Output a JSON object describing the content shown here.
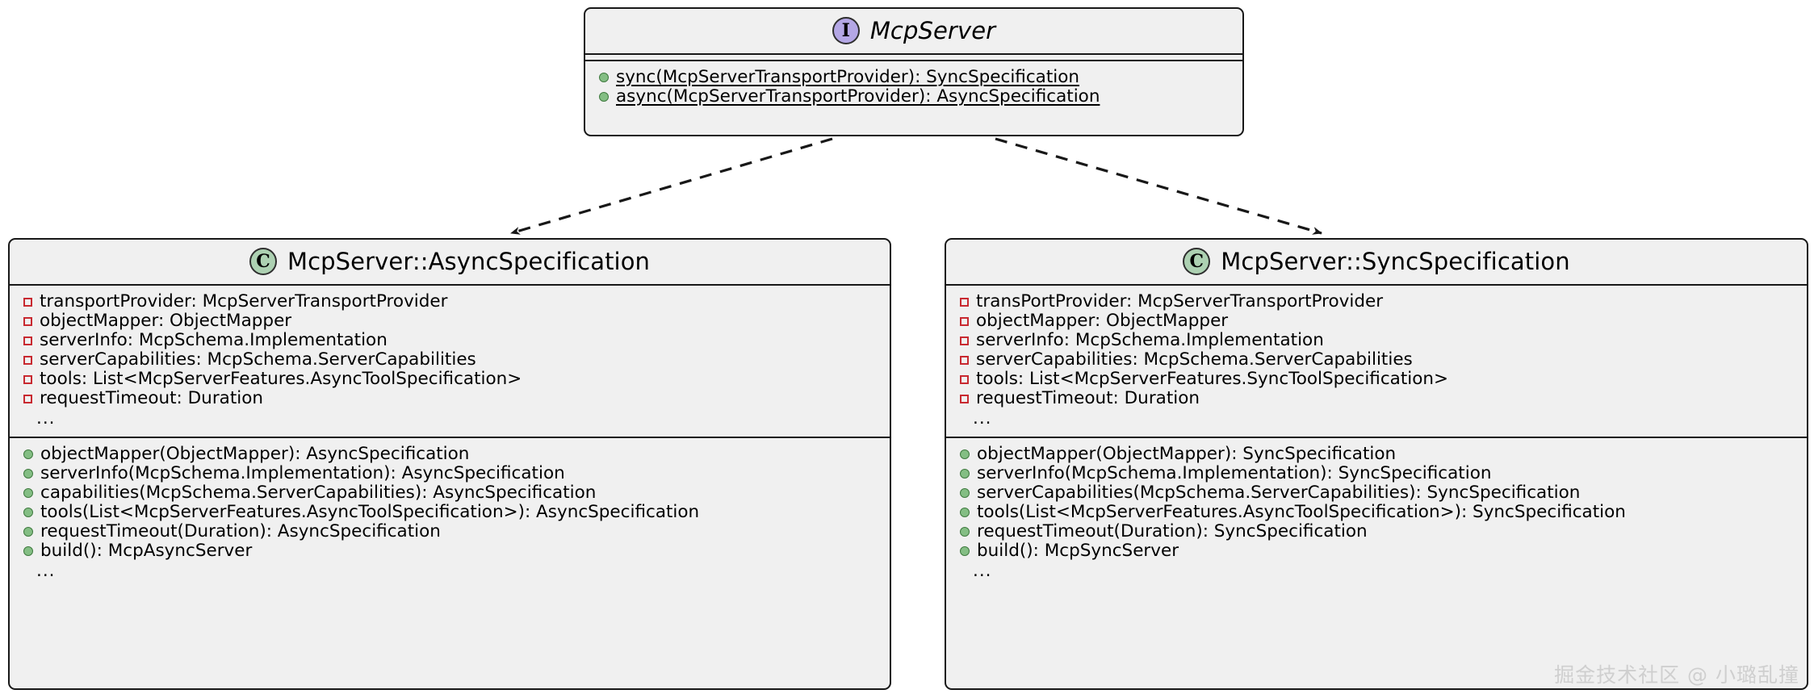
{
  "diagram": {
    "type": "uml-class-diagram",
    "background": "#ffffff",
    "node_fill": "#f0f0f0",
    "node_stroke": "#181818",
    "interface_badge_color": "#B4A7E5",
    "class_badge_color": "#ADD1B2",
    "private_marker_color": "#C82930",
    "public_marker_color": "#84BE84"
  },
  "interface_node": {
    "badge_letter": "I",
    "badge_icon": "interface-badge-icon",
    "title": "McpServer",
    "attributes": [],
    "methods": [
      {
        "visibility": "public",
        "static": true,
        "text": "sync(McpServerTransportProvider): SyncSpecification"
      },
      {
        "visibility": "public",
        "static": true,
        "text": "async(McpServerTransportProvider): AsyncSpecification"
      }
    ]
  },
  "async_class_node": {
    "badge_letter": "C",
    "badge_icon": "class-badge-icon",
    "title": "McpServer::AsyncSpecification",
    "attributes": [
      {
        "visibility": "private",
        "text": "transportProvider: McpServerTransportProvider"
      },
      {
        "visibility": "private",
        "text": "objectMapper: ObjectMapper"
      },
      {
        "visibility": "private",
        "text": "serverInfo: McpSchema.Implementation"
      },
      {
        "visibility": "private",
        "text": "serverCapabilities: McpSchema.ServerCapabilities"
      },
      {
        "visibility": "private",
        "text": "tools: List<McpServerFeatures.AsyncToolSpecification>"
      },
      {
        "visibility": "private",
        "text": "requestTimeout:  Duration"
      }
    ],
    "attributes_more": "...",
    "methods": [
      {
        "visibility": "public",
        "text": "objectMapper(ObjectMapper): AsyncSpecification"
      },
      {
        "visibility": "public",
        "text": "serverInfo(McpSchema.Implementation): AsyncSpecification"
      },
      {
        "visibility": "public",
        "text": "capabilities(McpSchema.ServerCapabilities): AsyncSpecification"
      },
      {
        "visibility": "public",
        "text": "tools(List<McpServerFeatures.AsyncToolSpecification>): AsyncSpecification"
      },
      {
        "visibility": "public",
        "text": "requestTimeout(Duration): AsyncSpecification"
      },
      {
        "visibility": "public",
        "text": "build(): McpAsyncServer"
      }
    ],
    "methods_more": "..."
  },
  "sync_class_node": {
    "badge_letter": "C",
    "badge_icon": "class-badge-icon",
    "title": "McpServer::SyncSpecification",
    "attributes": [
      {
        "visibility": "private",
        "text": "transPortProvider: McpServerTransportProvider"
      },
      {
        "visibility": "private",
        "text": "objectMapper: ObjectMapper"
      },
      {
        "visibility": "private",
        "text": "serverInfo: McpSchema.Implementation"
      },
      {
        "visibility": "private",
        "text": "serverCapabilities: McpSchema.ServerCapabilities"
      },
      {
        "visibility": "private",
        "text": "tools: List<McpServerFeatures.SyncToolSpecification>"
      },
      {
        "visibility": "private",
        "text": "requestTimeout:  Duration"
      }
    ],
    "attributes_more": "...",
    "methods": [
      {
        "visibility": "public",
        "text": "objectMapper(ObjectMapper): SyncSpecification"
      },
      {
        "visibility": "public",
        "text": "serverInfo(McpSchema.Implementation): SyncSpecification"
      },
      {
        "visibility": "public",
        "text": "serverCapabilities(McpSchema.ServerCapabilities): SyncSpecification"
      },
      {
        "visibility": "public",
        "text": "tools(List<McpServerFeatures.AsyncToolSpecification>): SyncSpecification"
      },
      {
        "visibility": "public",
        "text": "requestTimeout(Duration): SyncSpecification"
      },
      {
        "visibility": "public",
        "text": "build(): McpSyncServer"
      }
    ],
    "methods_more": "..."
  },
  "edges": [
    {
      "name": "edge-interface-to-async",
      "from": "McpServer",
      "to": "McpServer::AsyncSpecification",
      "style": "dashed",
      "arrow": "filled"
    },
    {
      "name": "edge-interface-to-sync",
      "from": "McpServer",
      "to": "McpServer::SyncSpecification",
      "style": "dashed",
      "arrow": "filled"
    }
  ],
  "watermark": {
    "text": "掘金技术社区 @ 小璐乱撞"
  }
}
